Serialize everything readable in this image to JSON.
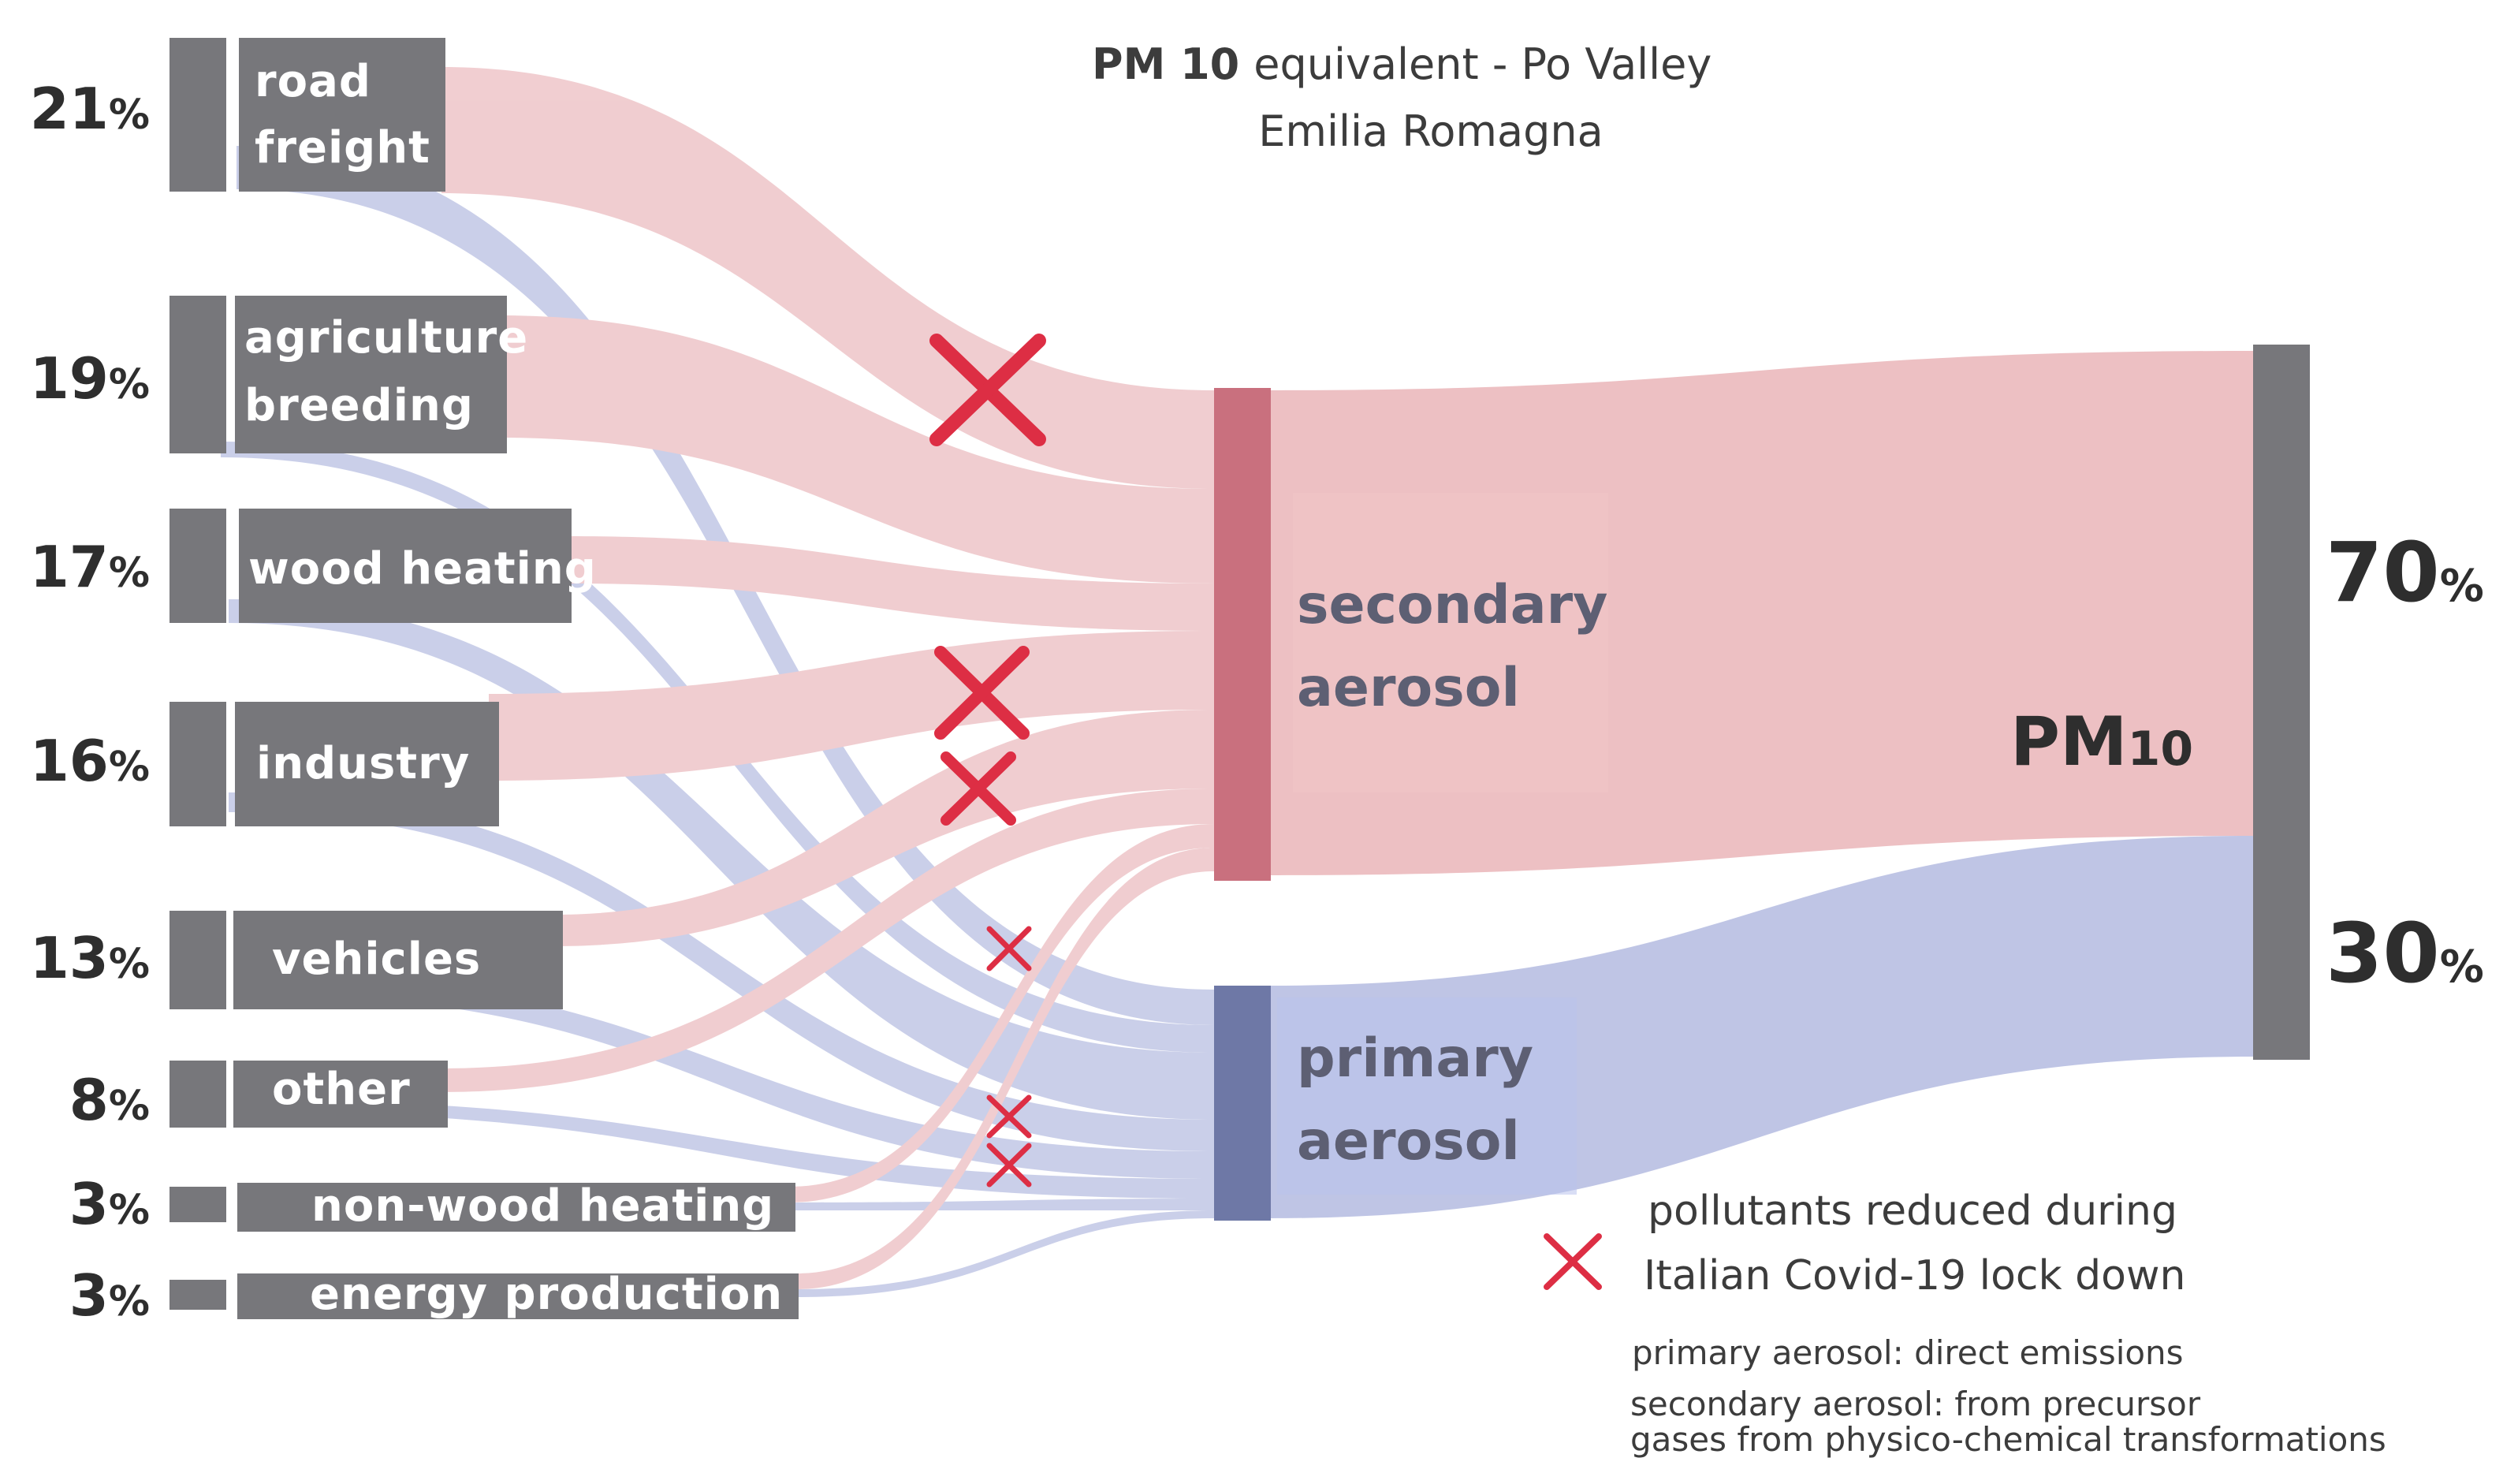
{
  "title": {
    "line1_bold": "PM 10",
    "line1_rest": "equivalent - Po Valley",
    "line2": "Emilia Romagna"
  },
  "sources": [
    {
      "id": "road",
      "lines": [
        "road",
        "freight"
      ],
      "pct": "21",
      "reduced": true
    },
    {
      "id": "agri",
      "lines": [
        "agriculture",
        "breeding"
      ],
      "pct": "19",
      "reduced": false
    },
    {
      "id": "wood",
      "lines": [
        "wood heating"
      ],
      "pct": "17",
      "reduced": false
    },
    {
      "id": "industry",
      "lines": [
        "industry"
      ],
      "pct": "16",
      "reduced": true
    },
    {
      "id": "vehicles",
      "lines": [
        "vehicles"
      ],
      "pct": "13",
      "reduced": true
    },
    {
      "id": "other",
      "lines": [
        "other"
      ],
      "pct": "8",
      "reduced": false
    },
    {
      "id": "nonwood",
      "lines": [
        "non-wood heating"
      ],
      "pct": "3",
      "reduced": false
    },
    {
      "id": "energy",
      "lines": [
        "energy production"
      ],
      "pct": "3",
      "reduced": false
    }
  ],
  "pct_sign": "%",
  "secondary": {
    "lines": [
      "secondary",
      "aerosol"
    ],
    "color": "#c9707e",
    "flow_color": "#e8b0b4"
  },
  "primary": {
    "lines": [
      "primary",
      "aerosol"
    ],
    "color": "#6e78a6",
    "flow_color": "#aab2dc"
  },
  "pm": {
    "label": "PM",
    "sub": "10",
    "bar_color": "#77777b"
  },
  "shares": {
    "secondary_pct": "70",
    "primary_pct": "30"
  },
  "marker_color": "#dd2e44",
  "legend": {
    "line1": "pollutants reduced during",
    "line2": "Italian Covid-19 lock down"
  },
  "notes": [
    "primary aerosol: direct emissions",
    "secondary aerosol: from precursor",
    "gases from physico-chemical transformations"
  ]
}
